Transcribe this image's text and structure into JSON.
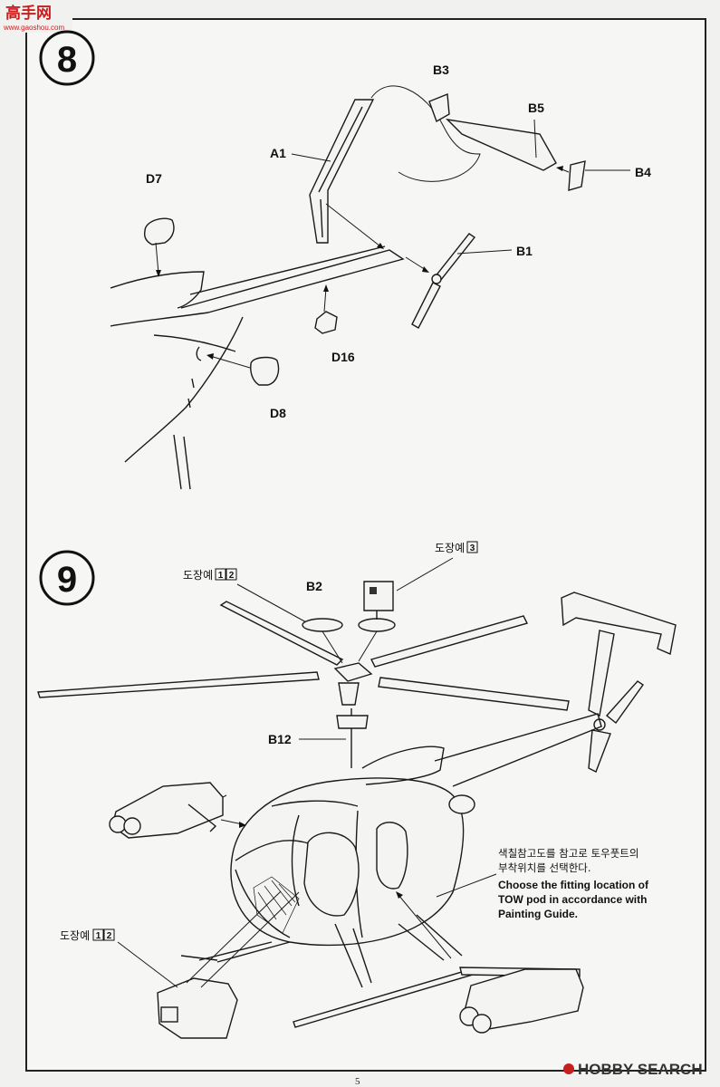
{
  "watermark": {
    "site_logo_text": "高手网",
    "site_url": "www.gaoshou.com",
    "hobby_search": "HOBBY SEARCH"
  },
  "page_number": "5",
  "step8": {
    "number": "8",
    "parts": {
      "A1": "A1",
      "B1": "B1",
      "B3": "B3",
      "B4": "B4",
      "B5": "B5",
      "D7": "D7",
      "D8": "D8",
      "D16": "D16"
    }
  },
  "step9": {
    "number": "9",
    "paint_ref_12": "도장예",
    "paint_ref_3": "도장예",
    "paint_ref_12_lower": "도장예",
    "box1": "1",
    "box2": "2",
    "box3": "3",
    "parts": {
      "B2": "B2",
      "B12": "B12"
    },
    "note_ko_line1": "색칠참고도를 참고로 토우풋트의",
    "note_ko_line2": "부착위치를 선택한다.",
    "note_en_line1": "Choose the fitting location of",
    "note_en_line2": "TOW pod in accordance  with",
    "note_en_line3": "Painting Guide."
  }
}
